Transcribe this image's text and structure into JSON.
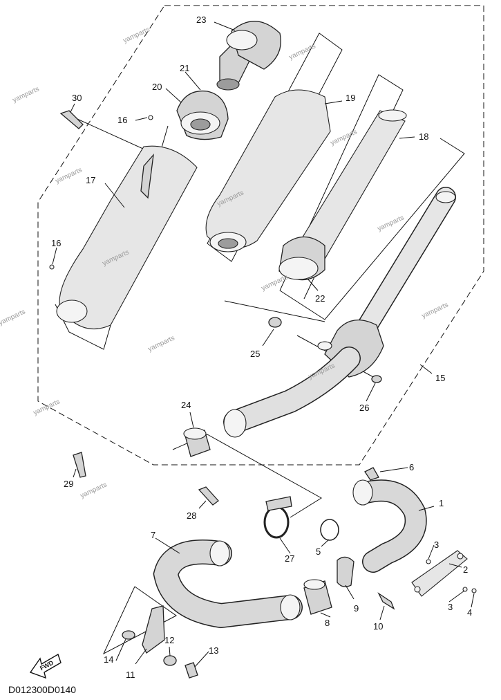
{
  "diagram": {
    "code": "D012300D0140",
    "fwd_label": "FWD",
    "watermark": "yamparts",
    "part_numbers": {
      "p1": "1",
      "p2": "2",
      "p3a": "3",
      "p3b": "3",
      "p4": "4",
      "p5": "5",
      "p6": "6",
      "p7": "7",
      "p8": "8",
      "p9": "9",
      "p10": "10",
      "p11": "11",
      "p12": "12",
      "p13": "13",
      "p14": "14",
      "p15": "15",
      "p16a": "16",
      "p16b": "16",
      "p17": "17",
      "p18": "18",
      "p19": "19",
      "p20": "20",
      "p21": "21",
      "p22": "22",
      "p23": "23",
      "p24": "24",
      "p25": "25",
      "p26": "26",
      "p27": "27",
      "p28": "28",
      "p29": "29",
      "p30": "30"
    }
  }
}
